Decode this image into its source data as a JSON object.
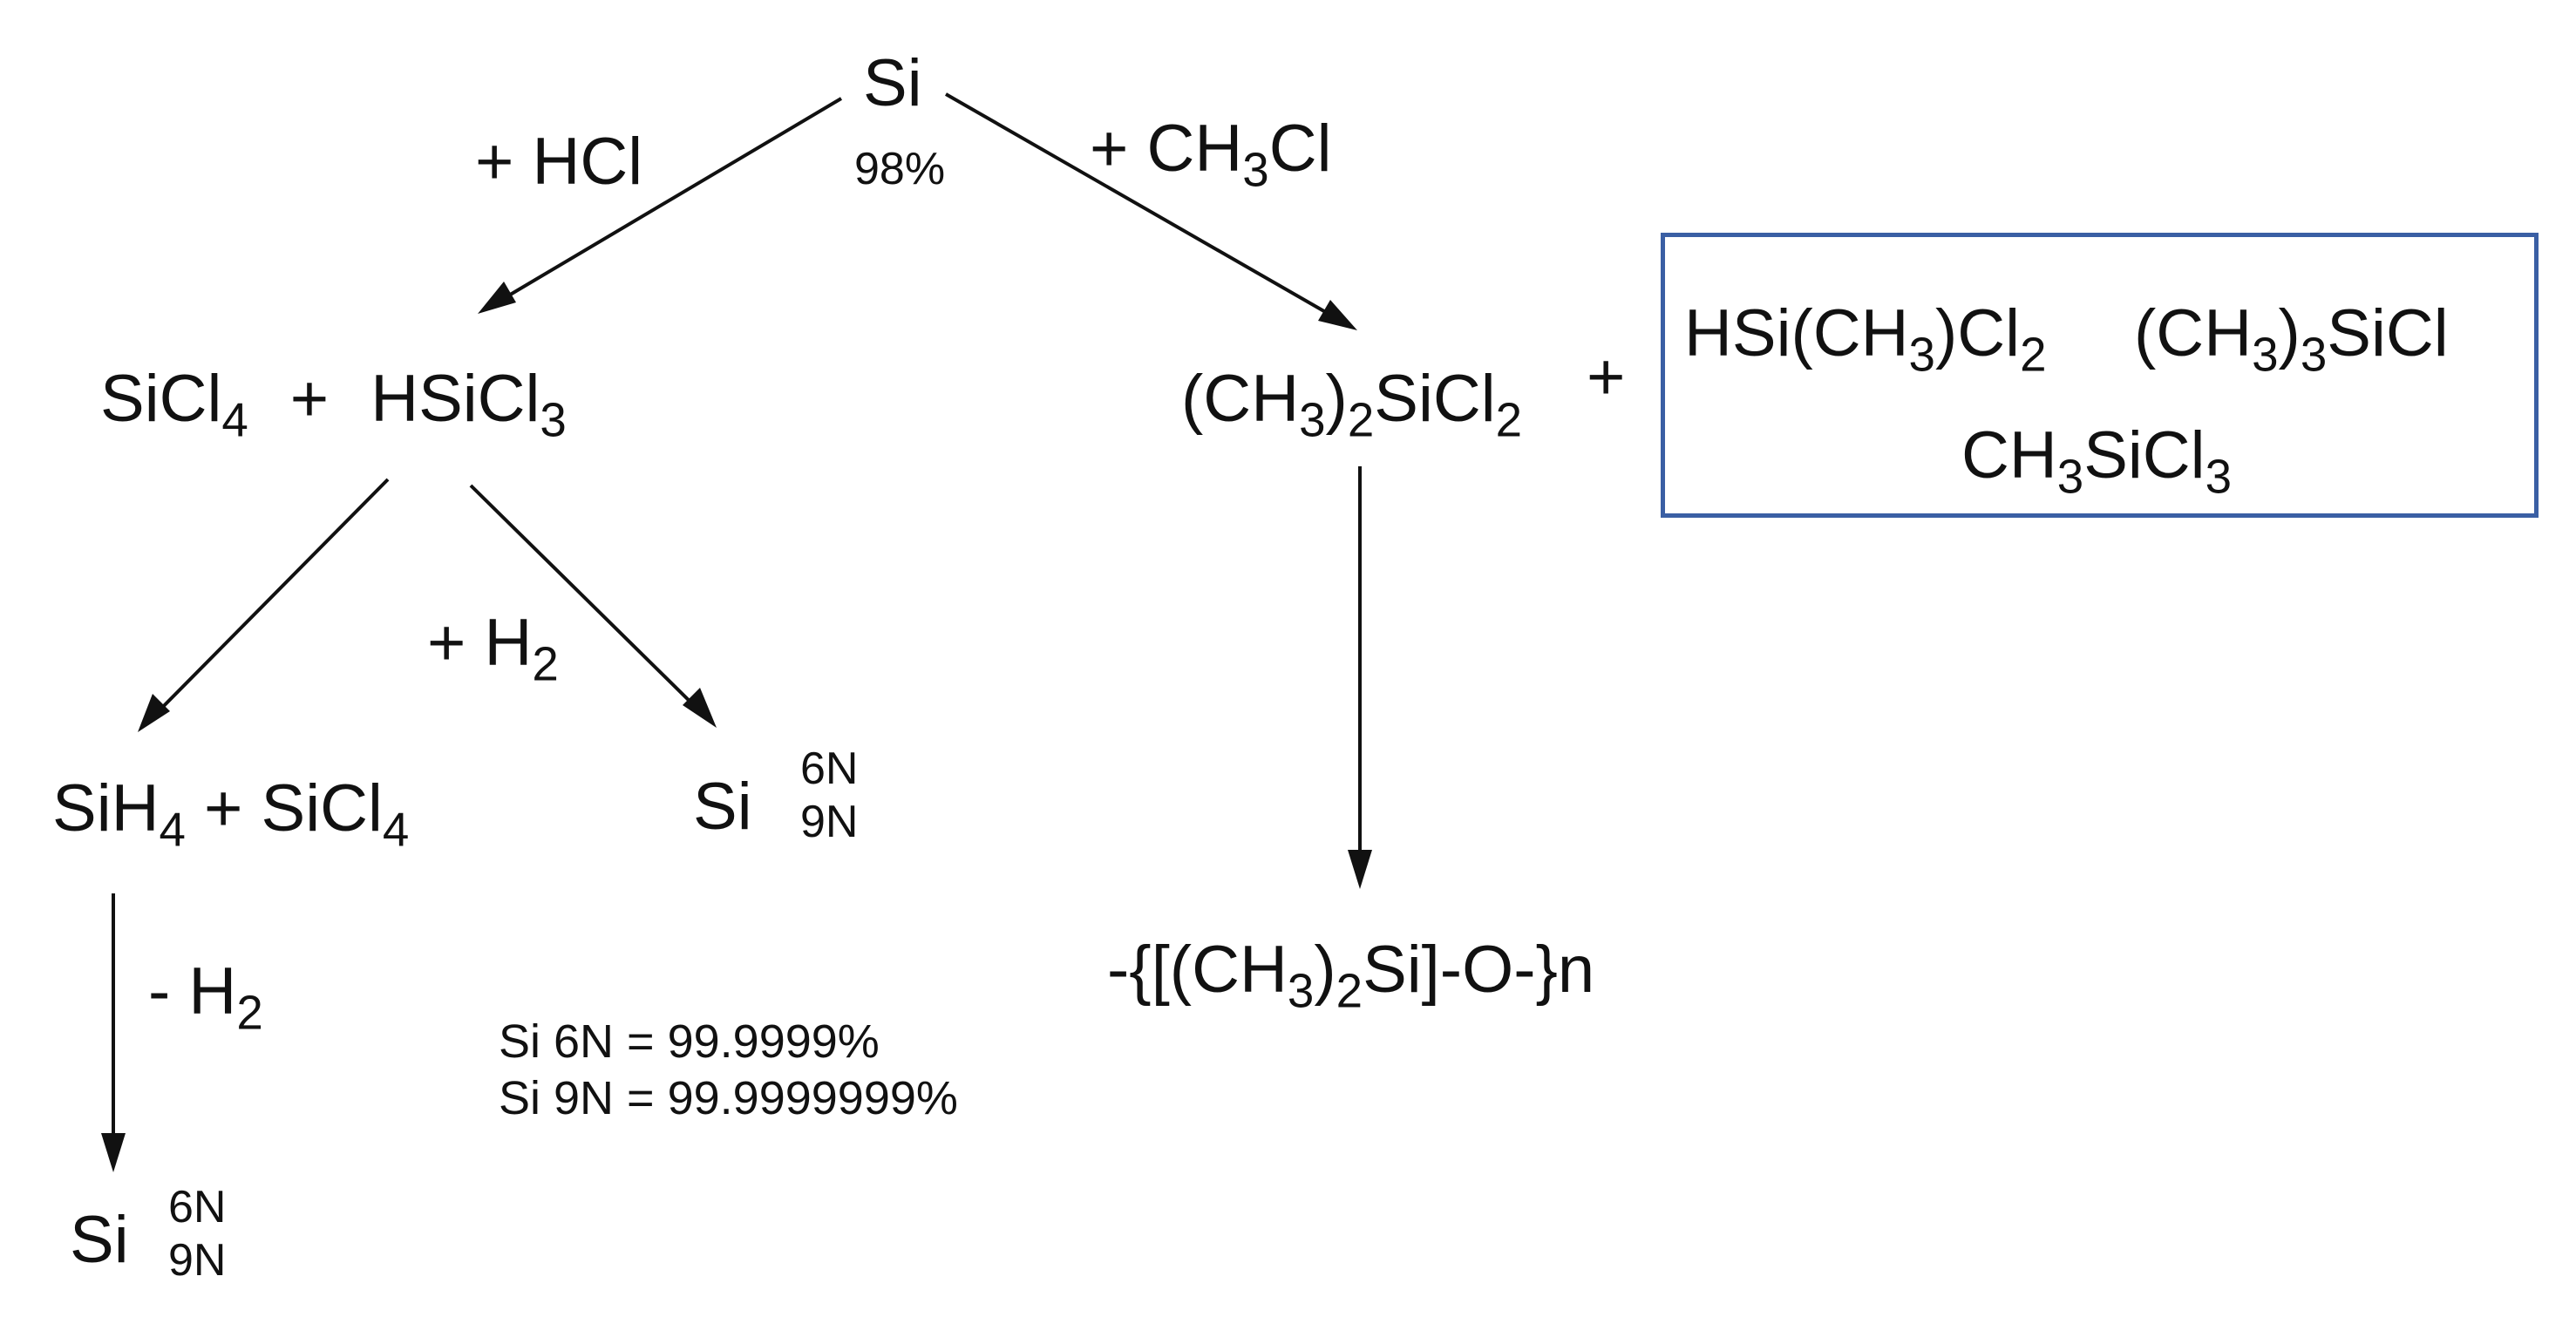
{
  "top": {
    "species": "Si",
    "purity": "98%"
  },
  "branch_left": {
    "reagent_prefix": "+ HCl"
  },
  "branch_right": {
    "reagent_prefix": "+ CH",
    "reagent_sub": "3",
    "reagent_suffix": "Cl"
  },
  "row2_left": {
    "a_pre": "SiCl",
    "a_sub": "4",
    "plus": "+",
    "b_pre": "HSiCl",
    "b_sub": "3"
  },
  "row2_right": {
    "p1": "(CH",
    "s1": "3",
    "p2": ")",
    "s2": "2",
    "p3": "SiCl",
    "s3": "2",
    "plus": "+"
  },
  "byproducts": {
    "one": {
      "p1": "HSi(CH",
      "s1": "3",
      "p2": ")Cl",
      "s2": "2"
    },
    "two": {
      "p1": "(CH",
      "s1": "3",
      "p2": ")",
      "s2": "3",
      "p3": "SiCl"
    },
    "three": {
      "p1": "CH",
      "s1": "3",
      "p2": "SiCl",
      "s2": "3"
    }
  },
  "h2_reagent": {
    "prefix": "+ H",
    "sub": "2"
  },
  "row3_left": {
    "p1": "SiH",
    "s1": "4",
    "p2": " + SiCl",
    "s2": "4"
  },
  "row3_mid": {
    "species": "Si",
    "grade_top": "6N",
    "grade_bottom": "9N"
  },
  "minus_h2": {
    "prefix": "- H",
    "sub": "2"
  },
  "bottom_left": {
    "species": "Si",
    "grade_top": "6N",
    "grade_bottom": "9N"
  },
  "polymer": {
    "p1": "-{[(CH",
    "s1": "3",
    "p2": ")",
    "s2": "2",
    "p3": "Si]-O-}n"
  },
  "legend": {
    "line1": "Si 6N = 99.9999%",
    "line2": "Si 9N = 99.9999999%"
  },
  "colors": {
    "ink": "#111111",
    "box_border": "#3a5fa4"
  }
}
